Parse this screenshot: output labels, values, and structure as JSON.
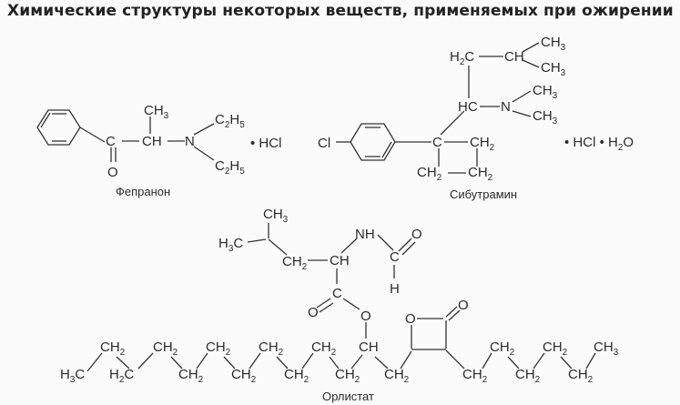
{
  "title": "Химические структуры некоторых веществ, применяемых при ожирении",
  "compounds": [
    {
      "caption": "Фепранон",
      "atoms": {
        "me": "CH",
        "me_sub": "3",
        "co_c": "C",
        "o": "O",
        "ch": "CH",
        "n": "N",
        "et1": "C",
        "et1_a": "2",
        "et1_b": "H",
        "et1_c": "5",
        "et2": "C",
        "et2_a": "2",
        "et2_b": "H",
        "et2_c": "5"
      },
      "salt": "• HCl"
    },
    {
      "caption": "Сибутрамин",
      "atoms": {
        "cl": "Cl",
        "c": "C",
        "ch2a": "CH",
        "ch2a_sub": "2",
        "ch2b": "CH",
        "ch2b_sub": "2",
        "ch2c": "CH",
        "ch2c_sub": "2",
        "hc": "HC",
        "n": "N",
        "nme1": "CH",
        "nme1_sub": "3",
        "nme2": "CH",
        "nme2_sub": "3",
        "h2c": "H",
        "h2c_sub": "2",
        "h2c_c": "C",
        "ch": "CH",
        "ime1": "CH",
        "ime1_sub": "3",
        "ime2": "CH",
        "ime2_sub": "3"
      },
      "salt": "• HCl • H",
      "salt_sub": "2",
      "salt_end": "O"
    },
    {
      "caption": "Орлистат",
      "atoms": {
        "ch3_top": "CH",
        "ch3_top_sub": "3",
        "h3c": "H",
        "h3c_sub": "3",
        "h3c_c": "C",
        "ch2": "CH",
        "ch2_sub": "2",
        "ch": "CH",
        "nh": "NH",
        "cho_c": "C",
        "o": "O",
        "h": "H",
        "ester_c": "C",
        "ester_o_dbl": "O",
        "ester_o": "O",
        "ring_o": "O",
        "ring_co": "O",
        "tail_ch3": "CH",
        "tail_ch3_sub": "3",
        "chain_h3c": "H",
        "chain_h3c_sub": "3",
        "chain_h3c_c": "C",
        "chain_ch2": "CH",
        "chain_ch2_sub": "2",
        "chain_h2c": "H",
        "chain_h2c_sub": "2",
        "chain_h2c_c": "C",
        "chain_ch": "CH"
      }
    }
  ]
}
